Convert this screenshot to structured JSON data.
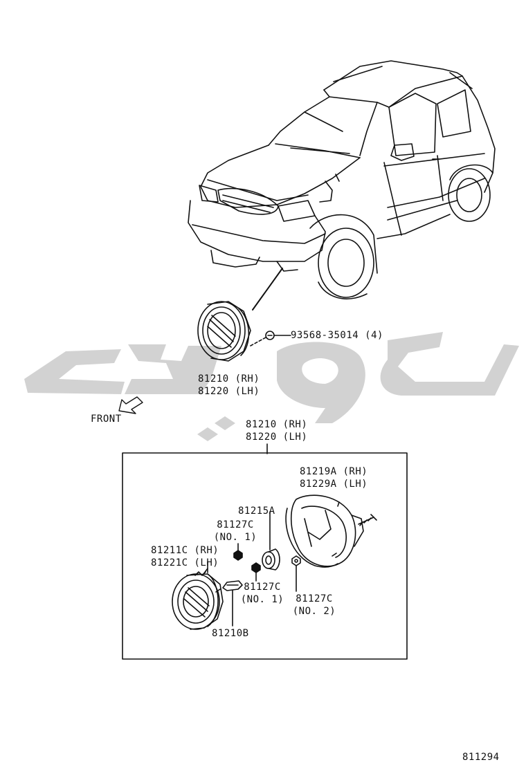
{
  "assembly_label": {
    "rh": "81210 (RH)",
    "lh": "81220 (LH)"
  },
  "box_label": {
    "rh": "81210 (RH)",
    "lh": "81220 (LH)"
  },
  "screw_label": "93568-35014 (4)",
  "front_label": "FRONT",
  "parts": {
    "housing": {
      "rh": "81219A (RH)",
      "lh": "81229A (LH)"
    },
    "socket": "81215A",
    "nut_a": {
      "code": "81127C",
      "no": "(NO. 1)"
    },
    "lens": {
      "rh": "81211C (RH)",
      "lh": "81221C (LH)"
    },
    "nut_b": {
      "code": "81127C",
      "no": "(NO. 1)"
    },
    "nut_c": {
      "code": "81127C",
      "no": "(NO. 2)"
    },
    "bulb": "81210B"
  },
  "diagram_number": "811294",
  "colors": {
    "ink": "#111111",
    "watermark": "#cfcfcf",
    "paper": "#ffffff"
  }
}
